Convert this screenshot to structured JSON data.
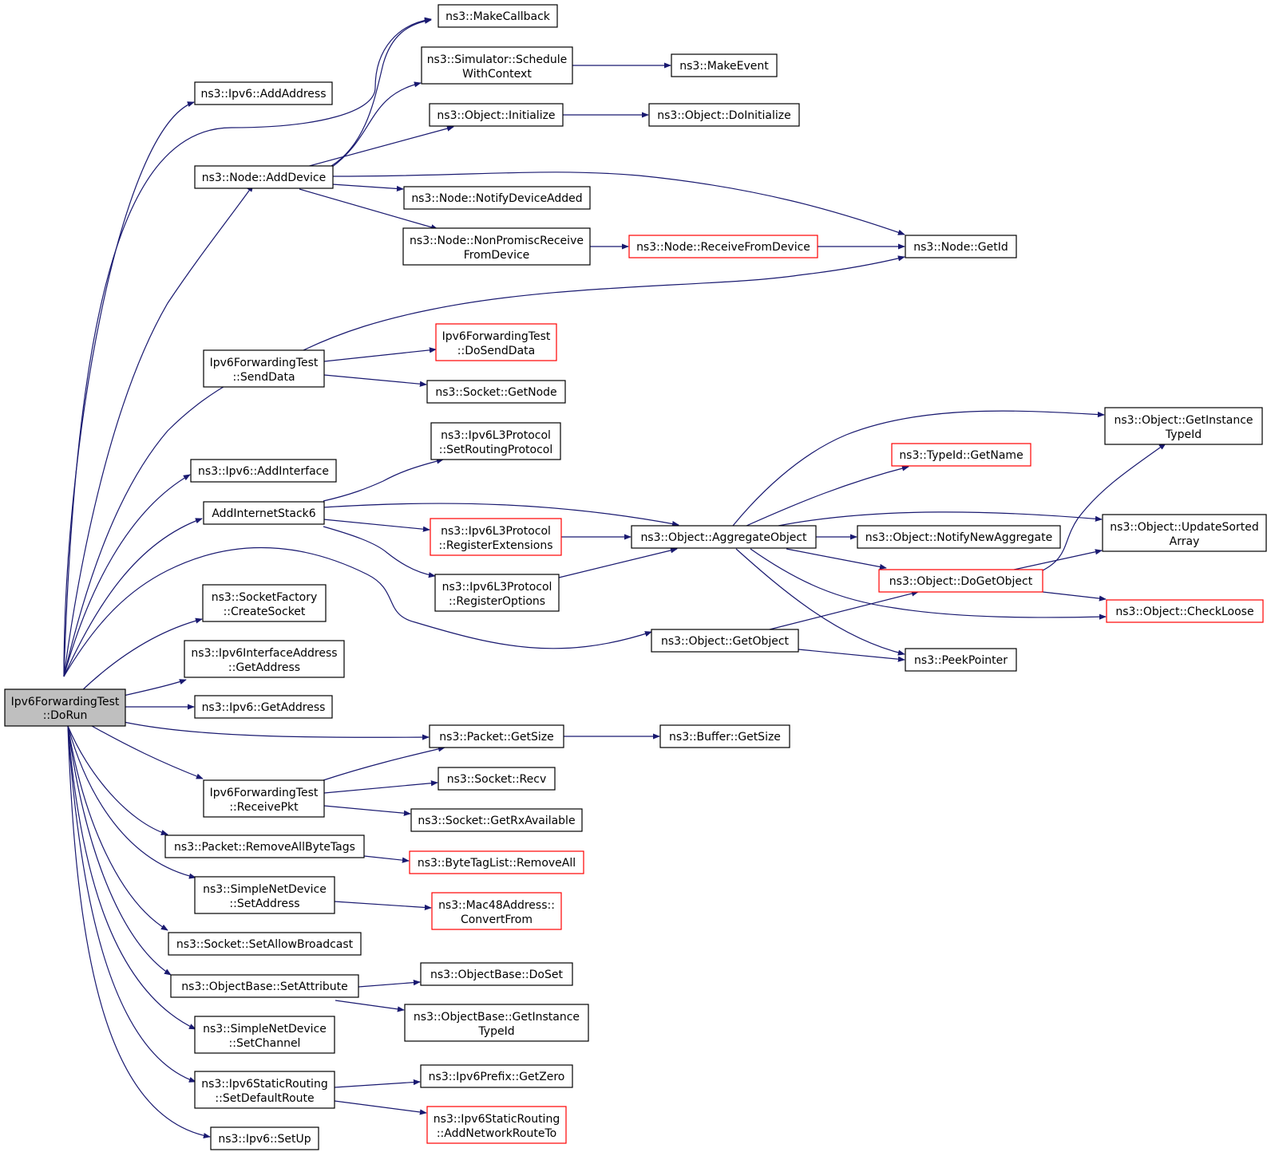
{
  "colors": {
    "edge": "#191970",
    "red_border": "#ff0000",
    "root_fill": "#bfbfbf",
    "border": "#000000"
  },
  "nodes": {
    "dorun": {
      "lines": [
        "Ipv6ForwardingTest",
        "::DoRun"
      ]
    },
    "ipv6_addaddress": {
      "lines": [
        "ns3::Ipv6::AddAddress"
      ]
    },
    "node_adddevice": {
      "lines": [
        "ns3::Node::AddDevice"
      ]
    },
    "sd_senddata": {
      "lines": [
        "Ipv6ForwardingTest",
        "::SendData"
      ]
    },
    "ipv6_addinterface": {
      "lines": [
        "ns3::Ipv6::AddInterface"
      ]
    },
    "addinternetstack6": {
      "lines": [
        "AddInternetStack6"
      ]
    },
    "sf_createsocket": {
      "lines": [
        "ns3::SocketFactory",
        "::CreateSocket"
      ]
    },
    "ipv6ia_getaddress": {
      "lines": [
        "ns3::Ipv6InterfaceAddress",
        "::GetAddress"
      ]
    },
    "ipv6_getaddress": {
      "lines": [
        "ns3::Ipv6::GetAddress"
      ]
    },
    "receivepkt": {
      "lines": [
        "Ipv6ForwardingTest",
        "::ReceivePkt"
      ]
    },
    "packet_removeallbytetags": {
      "lines": [
        "ns3::Packet::RemoveAllByteTags"
      ]
    },
    "snd_setaddress": {
      "lines": [
        "ns3::SimpleNetDevice",
        "::SetAddress"
      ]
    },
    "socket_setallowbroadcast": {
      "lines": [
        "ns3::Socket::SetAllowBroadcast"
      ]
    },
    "ob_setattribute": {
      "lines": [
        "ns3::ObjectBase::SetAttribute"
      ]
    },
    "snd_setchannel": {
      "lines": [
        "ns3::SimpleNetDevice",
        "::SetChannel"
      ]
    },
    "isr_setdefaultroute": {
      "lines": [
        "ns3::Ipv6StaticRouting",
        "::SetDefaultRoute"
      ]
    },
    "ipv6_setup": {
      "lines": [
        "ns3::Ipv6::SetUp"
      ]
    },
    "makecallback": {
      "lines": [
        "ns3::MakeCallback"
      ]
    },
    "sim_schedulewithcontext": {
      "lines": [
        "ns3::Simulator::Schedule",
        "WithContext"
      ]
    },
    "object_initialize": {
      "lines": [
        "ns3::Object::Initialize"
      ]
    },
    "node_notifydeviceadded": {
      "lines": [
        "ns3::Node::NotifyDeviceAdded"
      ]
    },
    "node_nonpromiscreceive": {
      "lines": [
        "ns3::Node::NonPromiscReceive",
        "FromDevice"
      ]
    },
    "sd_dosenddata": {
      "lines": [
        "Ipv6ForwardingTest",
        "::DoSendData"
      ]
    },
    "socket_getnode": {
      "lines": [
        "ns3::Socket::GetNode"
      ]
    },
    "l3_setroutingprotocol": {
      "lines": [
        "ns3::Ipv6L3Protocol",
        "::SetRoutingProtocol"
      ]
    },
    "l3_registerextensions": {
      "lines": [
        "ns3::Ipv6L3Protocol",
        "::RegisterExtensions"
      ]
    },
    "l3_registeroptions": {
      "lines": [
        "ns3::Ipv6L3Protocol",
        "::RegisterOptions"
      ]
    },
    "packet_getsize": {
      "lines": [
        "ns3::Packet::GetSize"
      ]
    },
    "socket_recv": {
      "lines": [
        "ns3::Socket::Recv"
      ]
    },
    "socket_getrxavailable": {
      "lines": [
        "ns3::Socket::GetRxAvailable"
      ]
    },
    "btl_removeall": {
      "lines": [
        "ns3::ByteTagList::RemoveAll"
      ]
    },
    "mac48_convertfrom": {
      "lines": [
        "ns3::Mac48Address::",
        "ConvertFrom"
      ]
    },
    "ob_doset": {
      "lines": [
        "ns3::ObjectBase::DoSet"
      ]
    },
    "ob_getinstancetypeid": {
      "lines": [
        "ns3::ObjectBase::GetInstance",
        "TypeId"
      ]
    },
    "prefix_getzero": {
      "lines": [
        "ns3::Ipv6Prefix::GetZero"
      ]
    },
    "isr_addnetworkrouteto": {
      "lines": [
        "ns3::Ipv6StaticRouting",
        "::AddNetworkRouteTo"
      ]
    },
    "makeevent": {
      "lines": [
        "ns3::MakeEvent"
      ]
    },
    "object_doinitialize": {
      "lines": [
        "ns3::Object::DoInitialize"
      ]
    },
    "node_receivefromdevice": {
      "lines": [
        "ns3::Node::ReceiveFromDevice"
      ]
    },
    "node_getid": {
      "lines": [
        "ns3::Node::GetId"
      ]
    },
    "object_aggregateobject": {
      "lines": [
        "ns3::Object::AggregateObject"
      ]
    },
    "object_getobject": {
      "lines": [
        "ns3::Object::GetObject"
      ]
    },
    "buffer_getsize": {
      "lines": [
        "ns3::Buffer::GetSize"
      ]
    },
    "typeid_getname": {
      "lines": [
        "ns3::TypeId::GetName"
      ]
    },
    "object_notifynewaggregate": {
      "lines": [
        "ns3::Object::NotifyNewAggregate"
      ]
    },
    "object_dogetobject": {
      "lines": [
        "ns3::Object::DoGetObject"
      ]
    },
    "peekpointer": {
      "lines": [
        "ns3::PeekPointer"
      ]
    },
    "object_getinstancetypeid": {
      "lines": [
        "ns3::Object::GetInstance",
        "TypeId"
      ]
    },
    "object_updatesortedarray": {
      "lines": [
        "ns3::Object::UpdateSorted",
        "Array"
      ]
    },
    "object_checkloose": {
      "lines": [
        "ns3::Object::CheckLoose"
      ]
    }
  }
}
